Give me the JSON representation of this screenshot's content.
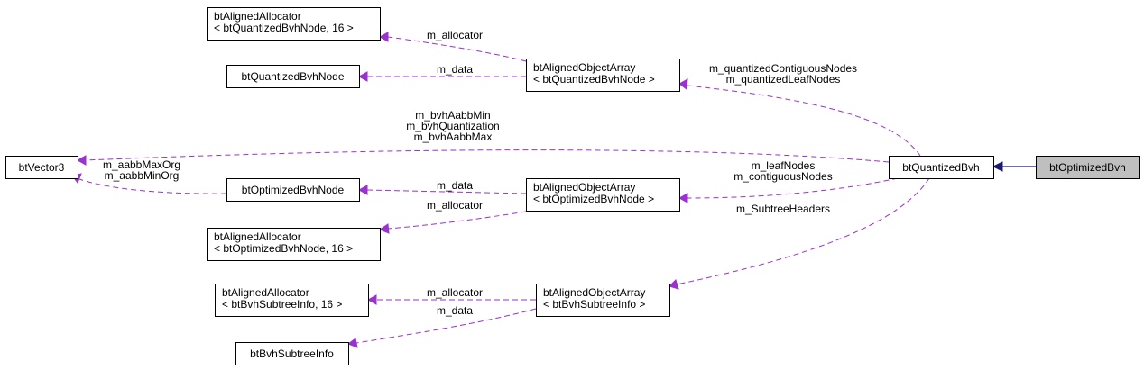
{
  "nodes": {
    "btVector3": {
      "lines": [
        "btVector3"
      ]
    },
    "btQuantizedBvh": {
      "lines": [
        "btQuantizedBvh"
      ]
    },
    "btOptimizedBvh": {
      "lines": [
        "btOptimizedBvh"
      ]
    },
    "allocQuantized": {
      "lines": [
        "btAlignedAllocator",
        "< btQuantizedBvhNode, 16 >"
      ]
    },
    "btQuantizedBvhNode": {
      "lines": [
        "btQuantizedBvhNode"
      ]
    },
    "arrayQuantized": {
      "lines": [
        "btAlignedObjectArray",
        "< btQuantizedBvhNode >"
      ]
    },
    "btOptimizedBvhNode": {
      "lines": [
        "btOptimizedBvhNode"
      ]
    },
    "arrayOptimized": {
      "lines": [
        "btAlignedObjectArray",
        "< btOptimizedBvhNode >"
      ]
    },
    "allocOptimized": {
      "lines": [
        "btAlignedAllocator",
        "< btOptimizedBvhNode, 16 >"
      ]
    },
    "allocSubtree": {
      "lines": [
        "btAlignedAllocator",
        "< btBvhSubtreeInfo, 16 >"
      ]
    },
    "arraySubtree": {
      "lines": [
        "btAlignedObjectArray",
        "< btBvhSubtreeInfo >"
      ]
    },
    "btBvhSubtreeInfo": {
      "lines": [
        "btBvhSubtreeInfo"
      ]
    }
  },
  "edge_labels": {
    "allocQuantized": [
      "m_allocator"
    ],
    "quantizedNode": [
      "m_data"
    ],
    "arrayQuantized": [
      "m_quantizedContiguousNodes",
      "m_quantizedLeafNodes"
    ],
    "vector3": [
      "m_bvhAabbMin",
      "m_bvhQuantization",
      "m_bvhAabbMax"
    ],
    "nodeVector3": [
      "m_aabbMaxOrg",
      "m_aabbMinOrg"
    ],
    "optimizedNode": [
      "m_data"
    ],
    "allocOptimized": [
      "m_allocator"
    ],
    "arrayOptimized": [
      "m_leafNodes",
      "m_contiguousNodes"
    ],
    "subtreeHeaders": [
      "m_SubtreeHeaders"
    ],
    "allocSubtree": [
      "m_allocator"
    ],
    "subtreeInfo": [
      "m_data"
    ]
  },
  "colors": {
    "usage_edge": "#9a32cd",
    "inheritance_edge": "#191970",
    "highlight_fill": "#bfbfbf"
  }
}
